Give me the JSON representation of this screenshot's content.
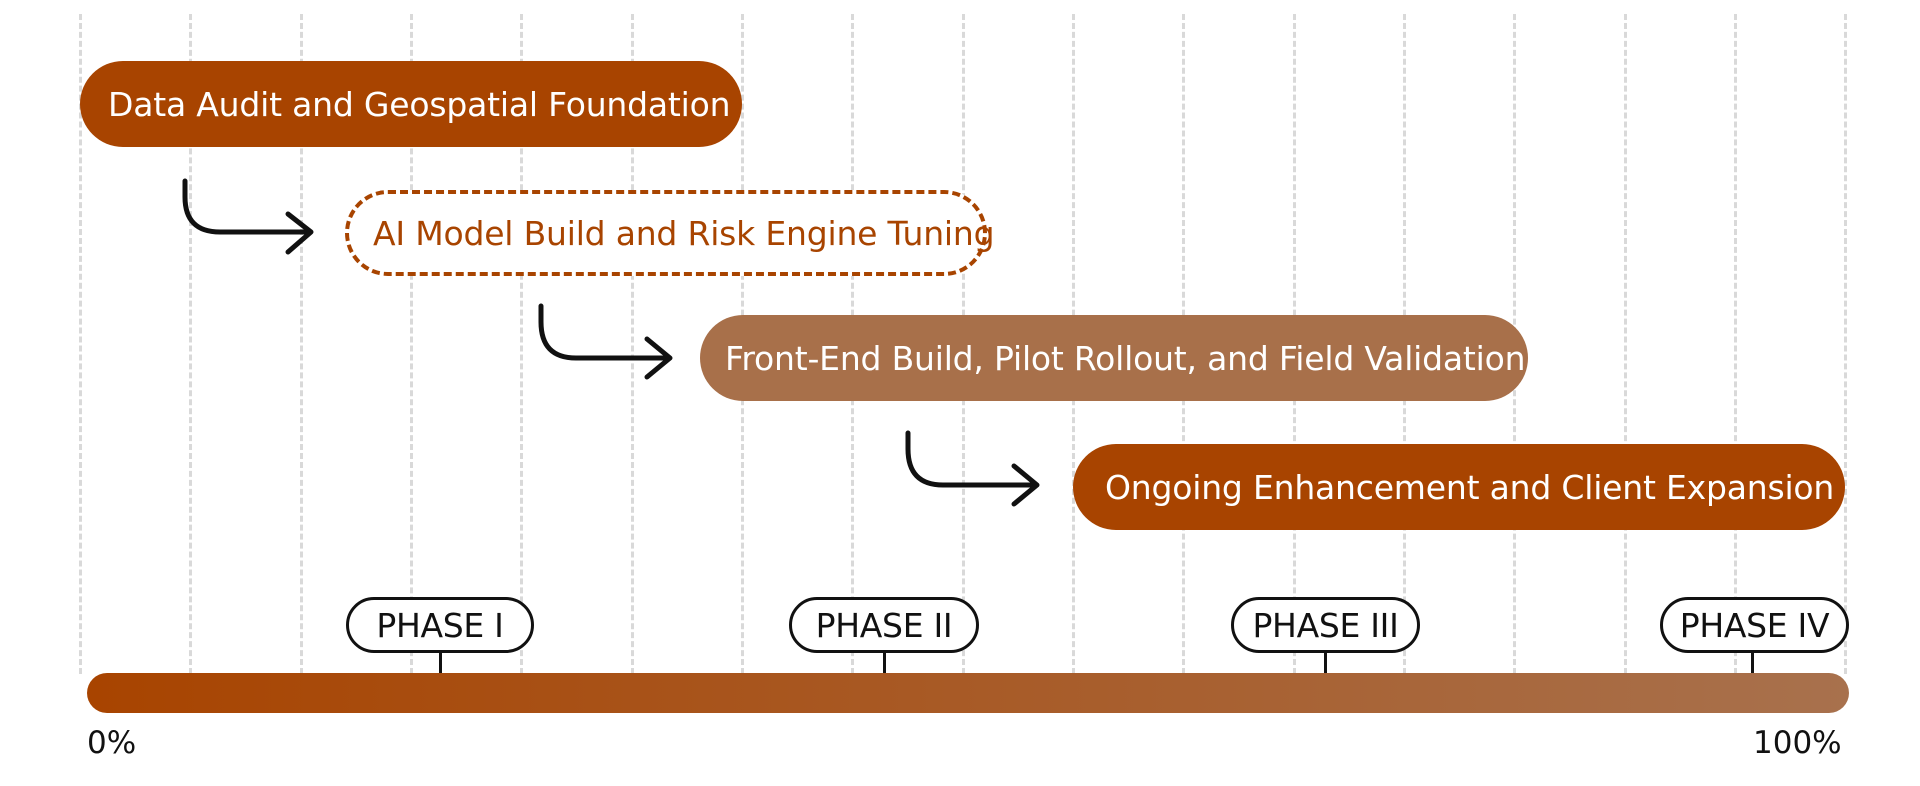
{
  "colors": {
    "primary": "#a84400",
    "secondary": "#a8704a",
    "gridline": "#d9d9d9",
    "ink": "#111111",
    "bar_start": "#a84400",
    "bar_end": "#a8714d"
  },
  "stages": [
    {
      "label": "Data Audit and Geospatial Foundation"
    },
    {
      "label": "AI Model Build and Risk Engine Tuning"
    },
    {
      "label": "Front-End Build, Pilot Rollout, and Field Validation"
    },
    {
      "label": "Ongoing Enhancement and Client Expansion"
    }
  ],
  "phases": [
    {
      "label": "PHASE I"
    },
    {
      "label": "PHASE II"
    },
    {
      "label": "PHASE III"
    },
    {
      "label": "PHASE IV"
    }
  ],
  "axis": {
    "start_label": "0%",
    "end_label": "100%"
  }
}
